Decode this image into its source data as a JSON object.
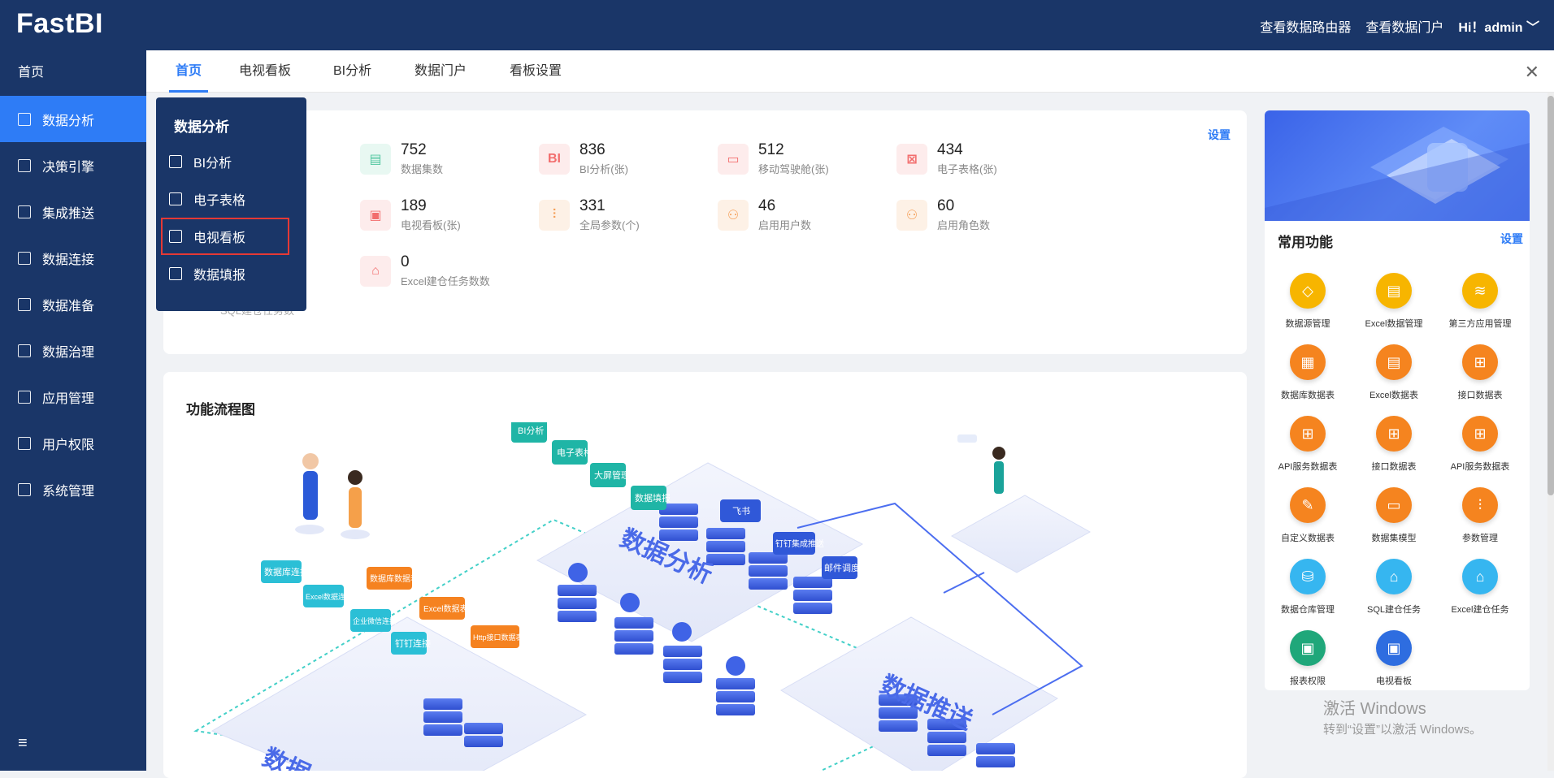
{
  "app": {
    "logo": "FastBI"
  },
  "topbar": {
    "links": [
      "查看数据路由器",
      "查看数据门户",
      "Hi！admin ﹀"
    ]
  },
  "sidebar": {
    "home": "首页",
    "items": [
      {
        "label": "数据分析",
        "icon": "chart-icon",
        "active": true
      },
      {
        "label": "决策引擎",
        "icon": "ai-icon"
      },
      {
        "label": "集成推送",
        "icon": "bar-chart-icon"
      },
      {
        "label": "数据连接",
        "icon": "connection-icon"
      },
      {
        "label": "数据准备",
        "icon": "monitor-icon"
      },
      {
        "label": "数据治理",
        "icon": "layers-icon"
      },
      {
        "label": "应用管理",
        "icon": "grid-icon"
      },
      {
        "label": "用户权限",
        "icon": "user-icon"
      },
      {
        "label": "系统管理",
        "icon": "settings-icon"
      }
    ],
    "collapse_icon": "≡"
  },
  "tabs": [
    {
      "label": "首页",
      "active": true
    },
    {
      "label": "电视看板"
    },
    {
      "label": "BI分析"
    },
    {
      "label": "数据门户"
    },
    {
      "label": "看板设置"
    }
  ],
  "popup": {
    "title": "数据分析",
    "items": [
      "BI分析",
      "电子表格",
      "电视看板",
      "数据填报"
    ]
  },
  "stats": {
    "settings_link": "设置",
    "items": [
      {
        "value": "752",
        "label": "数据集数",
        "color": "#52c7a0",
        "bg": "#e8f8f2",
        "glyph": "▤"
      },
      {
        "value": "836",
        "label": "BI分析(张)",
        "color": "#f26d6d",
        "bg": "#fdecec",
        "glyph": "BI"
      },
      {
        "value": "512",
        "label": "移动驾驶舱(张)",
        "color": "#f26d6d",
        "bg": "#fdecec",
        "glyph": "▭"
      },
      {
        "value": "434",
        "label": "电子表格(张)",
        "color": "#f26d6d",
        "bg": "#fdecec",
        "glyph": "⊠"
      },
      {
        "value": "189",
        "label": "电视看板(张)",
        "color": "#f26d6d",
        "bg": "#fdecec",
        "glyph": "▣"
      },
      {
        "value": "331",
        "label": "全局参数(个)",
        "color": "#f5a05a",
        "bg": "#fdf1e6",
        "glyph": "⫶"
      },
      {
        "value": "46",
        "label": "启用用户数",
        "color": "#f5a05a",
        "bg": "#fdf1e6",
        "glyph": "⚇"
      },
      {
        "value": "60",
        "label": "启用角色数",
        "color": "#f5a05a",
        "bg": "#fdf1e6",
        "glyph": "⚇"
      },
      {
        "value": "0",
        "label": "Excel建仓任务数数",
        "color": "#f26d6d",
        "bg": "#fdecec",
        "glyph": "⌂"
      }
    ],
    "hidden_label": "SQL建仓任务数"
  },
  "flow": {
    "title": "功能流程图",
    "tags": [
      "BI分析",
      "电子表格",
      "大屏管理",
      "数据填报",
      "数据库连接",
      "Excel数据连接",
      "企业微信连接",
      "钉钉连接",
      "数据库数据表",
      "Excel数据表",
      "Http接口数据表",
      "飞书",
      "钉钉集成推送",
      "邮件调度"
    ],
    "big_labels": [
      "数据分析",
      "数据推送",
      "数据"
    ]
  },
  "common": {
    "title": "常用功能",
    "settings_link": "设置",
    "items": [
      {
        "label": "数据源管理",
        "color": "#f7b500",
        "glyph": "◇"
      },
      {
        "label": "Excel数据管理",
        "color": "#f7b500",
        "glyph": "▤"
      },
      {
        "label": "第三方应用管理",
        "color": "#f7b500",
        "glyph": "≋"
      },
      {
        "label": "数据库数据表",
        "color": "#f5841f",
        "glyph": "▦"
      },
      {
        "label": "Excel数据表",
        "color": "#f5841f",
        "glyph": "▤"
      },
      {
        "label": "接口数据表",
        "color": "#f5841f",
        "glyph": "⊞"
      },
      {
        "label": "API服务数据表",
        "color": "#f5841f",
        "glyph": "⊞"
      },
      {
        "label": "接口数据表",
        "color": "#f5841f",
        "glyph": "⊞"
      },
      {
        "label": "API服务数据表",
        "color": "#f5841f",
        "glyph": "⊞"
      },
      {
        "label": "自定义数据表",
        "color": "#f5841f",
        "glyph": "✎"
      },
      {
        "label": "数据集模型",
        "color": "#f5841f",
        "glyph": "▭"
      },
      {
        "label": "参数管理",
        "color": "#f5841f",
        "glyph": "⫶"
      },
      {
        "label": "数据仓库管理",
        "color": "#36b6f0",
        "glyph": "⛁"
      },
      {
        "label": "SQL建仓任务",
        "color": "#36b6f0",
        "glyph": "⌂"
      },
      {
        "label": "Excel建仓任务",
        "color": "#36b6f0",
        "glyph": "⌂"
      },
      {
        "label": "报表权限",
        "color": "#1fa77a",
        "glyph": "▣"
      },
      {
        "label": "电视看板",
        "color": "#2e6de0",
        "glyph": "▣"
      }
    ]
  },
  "watermark": {
    "line1": "激活 Windows",
    "line2": "转到“设置”以激活 Windows。"
  }
}
